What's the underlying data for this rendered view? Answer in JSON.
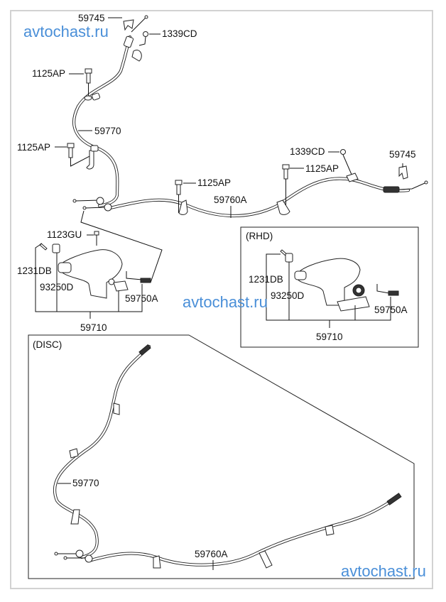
{
  "watermark": {
    "text": "avtochast.ru",
    "color": "#4a8fd8"
  },
  "main_assembly": {
    "labels": {
      "cable_front_clip": "59745",
      "nut_top": "1339CD",
      "bolt_upper": "1125AP",
      "cable_left": "59770",
      "bolt_mid_left": "1125AP",
      "bolt_center": "1125AP",
      "cable_right": "59760A",
      "nut_right": "1339CD",
      "bolt_right": "1125AP",
      "clip_right": "59745"
    },
    "lever": {
      "bolt": "1123GU",
      "screw": "1231DB",
      "switch": "93250D",
      "sensor": "59750A",
      "assembly": "59710"
    }
  },
  "rhd_box": {
    "title": "(RHD)",
    "labels": {
      "screw": "1231DB",
      "switch": "93250D",
      "sensor": "59750A",
      "assembly": "59710"
    }
  },
  "disc_box": {
    "title": "(DISC)",
    "labels": {
      "cable_left": "59770",
      "cable_right": "59760A"
    }
  }
}
